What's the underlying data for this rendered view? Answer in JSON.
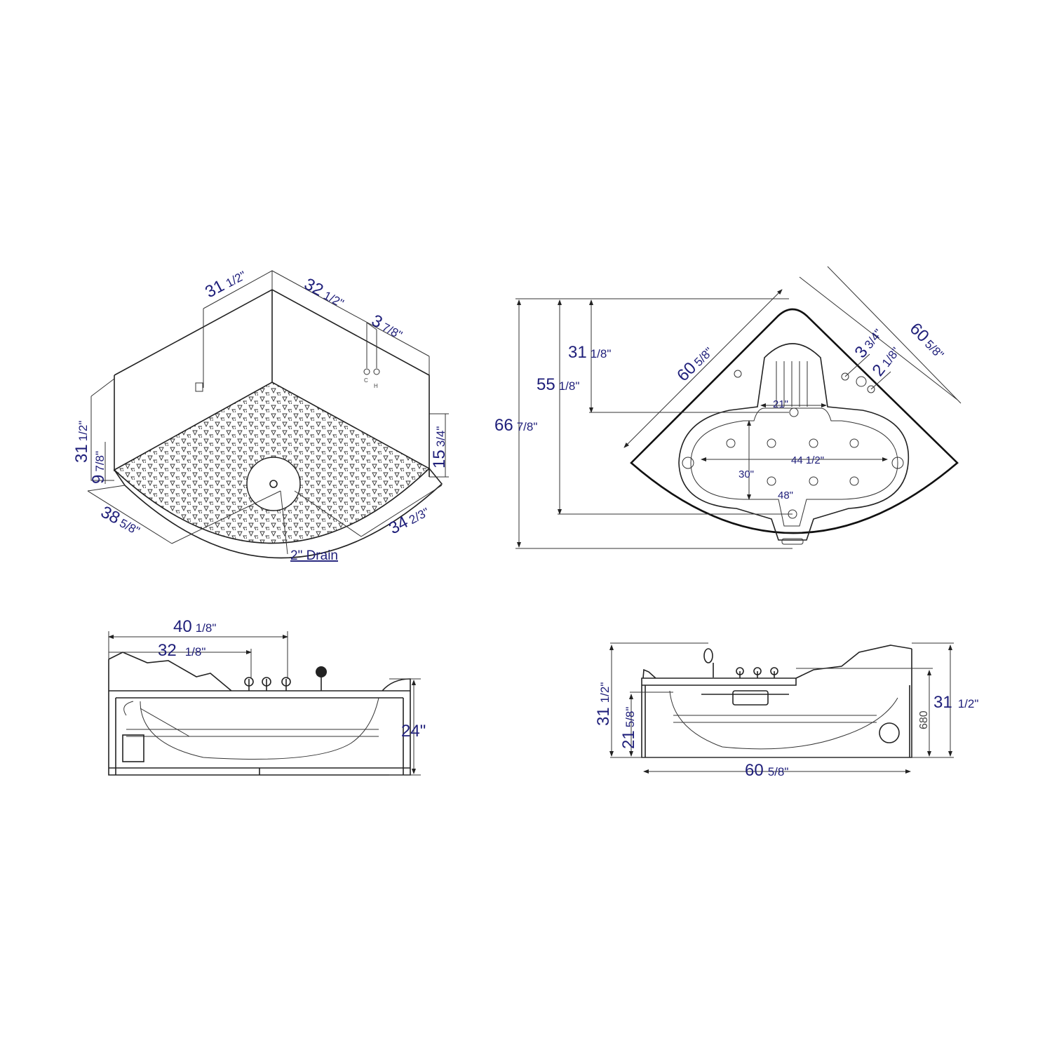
{
  "iso_view": {
    "wall_width_left": {
      "whole": "31",
      "frac": "1/2\""
    },
    "wall_width_right": {
      "whole": "32",
      "frac": "1/2\""
    },
    "faucet_offset": {
      "whole": "3",
      "frac": "7/8\""
    },
    "height": {
      "whole": "31",
      "frac": "1/2\""
    },
    "apron_height_left": {
      "whole": "9",
      "frac": "7/8\""
    },
    "apron_height_right": {
      "whole": "15",
      "frac": "3/4\""
    },
    "front_left": {
      "whole": "38",
      "frac": "5/8\""
    },
    "front_right": {
      "whole": "34",
      "frac": "2/3\""
    },
    "drain_label": "2\" Drain",
    "cold_label": "C",
    "hot_label": "H"
  },
  "plan_view": {
    "overall_depth": {
      "whole": "66",
      "frac": "7/8\""
    },
    "basin_depth": {
      "whole": "55",
      "frac": "1/8\""
    },
    "back_to_basin": {
      "whole": "31",
      "frac": "1/8\""
    },
    "side_left": {
      "whole": "60",
      "frac": "5/8\""
    },
    "side_right": {
      "whole": "60",
      "frac": "5/8\""
    },
    "jet_offset_a": {
      "whole": "3",
      "frac": "3/4\""
    },
    "jet_offset_b": {
      "whole": "2",
      "frac": "1/8\""
    },
    "inner_top_width": "21\"",
    "inner_width": "44 1/2\"",
    "inner_depth_a": "30\"",
    "inner_depth_b": "48\""
  },
  "side_view_left": {
    "length_outer": {
      "whole": "40",
      "frac": "1/8\""
    },
    "length_inner": {
      "whole": "32",
      "frac": "1/8\""
    },
    "apron_height": "24\""
  },
  "side_view_right": {
    "total_height_left": {
      "whole": "31",
      "frac": "1/2\""
    },
    "water_depth": {
      "whole": "21",
      "frac": "5/8\""
    },
    "length": {
      "whole": "60",
      "frac": "5/8\""
    },
    "apron_mm": "680",
    "total_height_right": {
      "whole": "31",
      "frac": "1/2\""
    }
  },
  "colors": {
    "label": "#1f1f7a",
    "line": "#222222"
  }
}
